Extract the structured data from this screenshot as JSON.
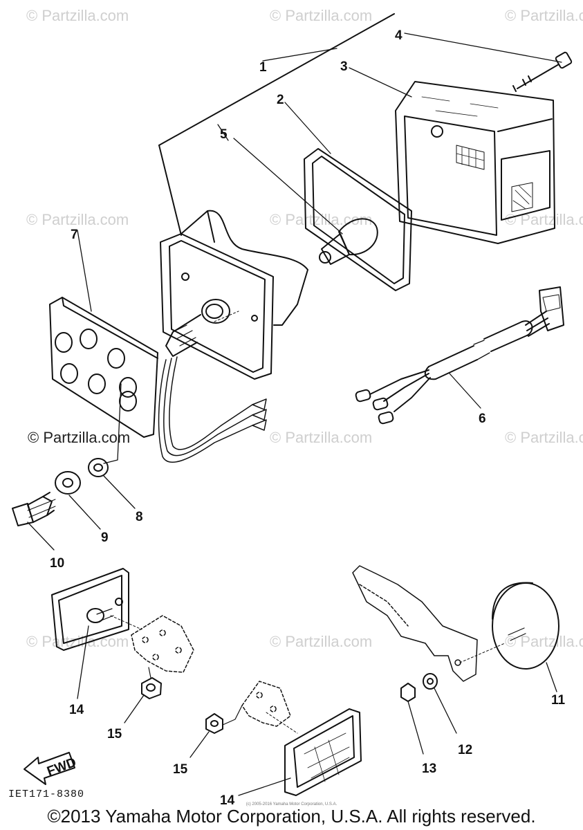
{
  "watermark_text": "© Partzilla.com",
  "callouts": {
    "c1": "1",
    "c2": "2",
    "c3": "3",
    "c4": "4",
    "c5": "5",
    "c6": "6",
    "c7": "7",
    "c8": "8",
    "c9": "9",
    "c10": "10",
    "c11": "11",
    "c12": "12",
    "c13": "13",
    "c14a": "14",
    "c14b": "14",
    "c15a": "15",
    "c15b": "15"
  },
  "fwd_label": "FWD",
  "part_code": "IET171-8380",
  "tiny_text": "(c) 2005-2016 Yamaha Motor Corporation, U.S.A.",
  "copyright": "©2013 Yamaha Motor Corporation, U.S.A. All rights reserved.",
  "colors": {
    "line": "#111111",
    "watermark": "#cfcfcf"
  }
}
